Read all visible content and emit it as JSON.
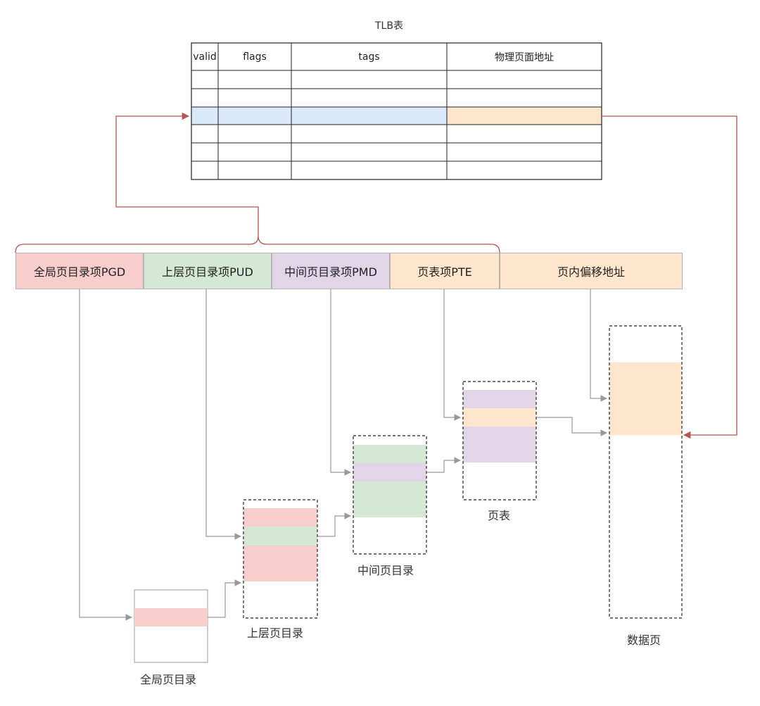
{
  "tlb": {
    "title": "TLB表",
    "columns": [
      "valid",
      "flags",
      "tags",
      "物理页面地址"
    ],
    "row_count": 7,
    "highlight_row": 3
  },
  "address": {
    "segments": [
      "全局页目录项PGD",
      "上层页目录项PUD",
      "中间页目录项PMD",
      "页表项PTE",
      "页内偏移地址"
    ]
  },
  "tables": {
    "pgd_label": "全局页目录",
    "pud_label": "上层页目录",
    "pmd_label": "中间页目录",
    "pte_label": "页表",
    "page_label": "数据页"
  },
  "colors": {
    "pgd": "#f8cecc",
    "pud": "#d5e8d4",
    "pmd": "#e1d5e7",
    "pte": "#ffe6cc",
    "tlb_row": "#dae8fc",
    "tlb_addr_border": "#d6b656",
    "tlb_row_border": "#7ea6e0",
    "red_arrow": "#b85450",
    "gray_arrow": "#999999"
  }
}
